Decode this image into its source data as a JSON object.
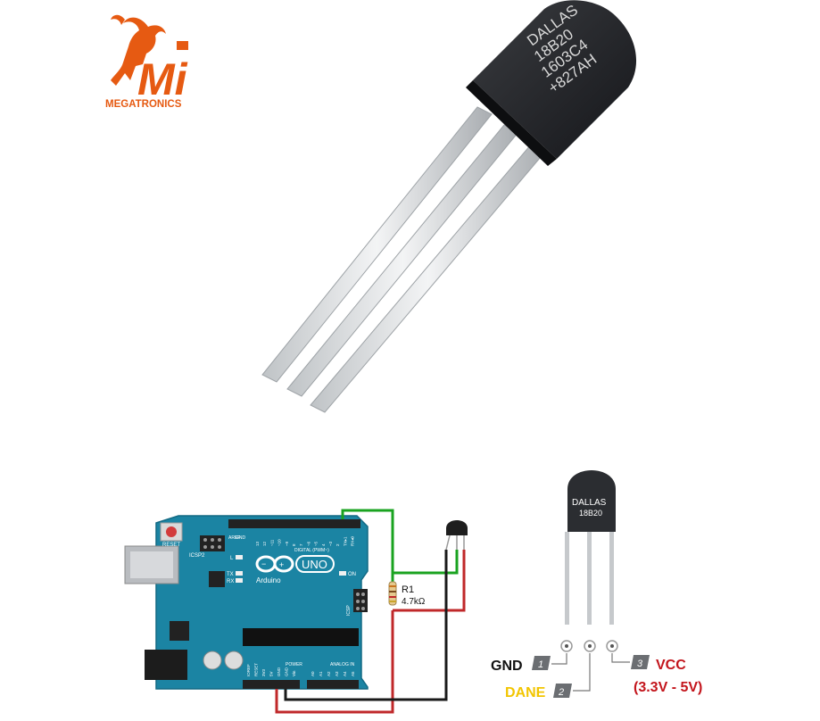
{
  "logo": {
    "mark": "Mi",
    "brand": "MEGATRONICS"
  },
  "sensor": {
    "marking_lines": [
      "DALLAS",
      "18B20",
      "1603C4",
      "+827AH"
    ]
  },
  "arduino": {
    "reset_label": "RESET",
    "icsp2_label": "ICSP2",
    "aref_label": "AREF",
    "gnd_label": "GND",
    "digital_label": "DIGITAL (PWM~)",
    "digital_pins": [
      "13",
      "12",
      "~11",
      "~10",
      "~9",
      "8",
      "7",
      "~6",
      "~5",
      "4",
      "~3",
      "2",
      "TX▸1",
      "RX◂0"
    ],
    "led_l": "L",
    "led_tx": "TX",
    "led_rx": "RX",
    "brand": "Arduino",
    "model": "UNO",
    "on_label": "ON",
    "icsp_label": "ICSP",
    "power_label": "POWER",
    "analog_label": "ANALOG IN",
    "power_pins": [
      "IOREF",
      "RESET",
      "3V3",
      "5V",
      "GND",
      "GND",
      "Vin"
    ],
    "analog_pins": [
      "A0",
      "A1",
      "A2",
      "A3",
      "A4",
      "A5"
    ]
  },
  "resistor": {
    "name": "R1",
    "value": "4.7kΩ"
  },
  "pinout": {
    "package_text": [
      "DALLAS",
      "18B20"
    ],
    "pins": [
      {
        "num": "1",
        "name": "GND"
      },
      {
        "num": "2",
        "name": "DANE"
      },
      {
        "num": "3",
        "name": "VCC"
      }
    ],
    "vcc_range": "(3.3V - 5V)"
  },
  "colors": {
    "board": "#1b84a3",
    "wire_green": "#1aa320",
    "wire_red": "#c0282a",
    "wire_black": "#1a1a1a",
    "gnd_text": "#111111",
    "dane_text": "#f2c500",
    "vcc_text": "#c3151c",
    "logo_orange": "#e65a12"
  }
}
